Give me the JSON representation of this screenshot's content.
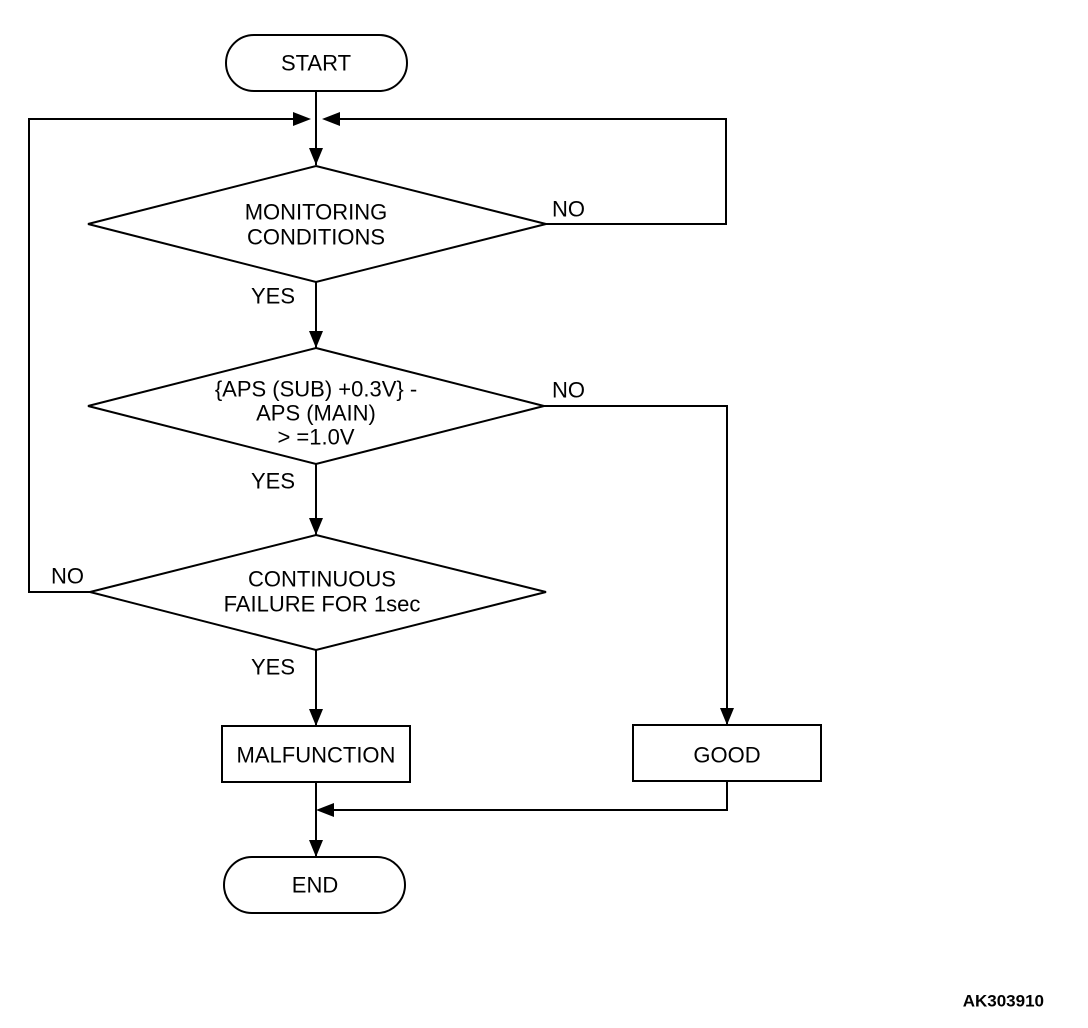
{
  "nodes": {
    "start": "START",
    "decision1": [
      "MONITORING",
      "CONDITIONS"
    ],
    "decision2": [
      "{APS (SUB) +0.3V} -",
      "APS (MAIN)",
      "> =1.0V"
    ],
    "decision3": [
      "CONTINUOUS",
      "FAILURE FOR 1sec"
    ],
    "malfunction": "MALFUNCTION",
    "good": "GOOD",
    "end": "END"
  },
  "branches": {
    "d1_no": "NO",
    "d1_yes": "YES",
    "d2_no": "NO",
    "d2_yes": "YES",
    "d3_no": "NO",
    "d3_yes": "YES"
  },
  "figure_code": "AK303910"
}
